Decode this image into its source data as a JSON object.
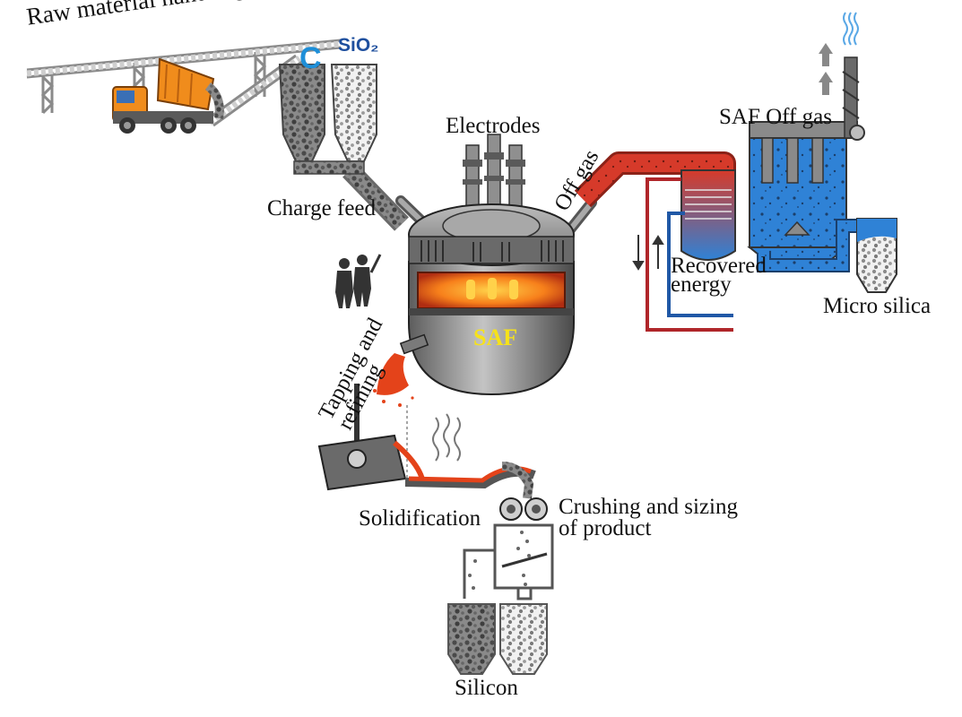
{
  "labels": {
    "raw_material": "Raw material handling and transport",
    "carbon": "C",
    "silica": "SiO₂",
    "electrodes": "Electrodes",
    "off_gas": "Off gas",
    "saf_off_gas": "SAF Off gas",
    "charge_feed": "Charge feed",
    "recovered_energy": "Recovered energy",
    "micro_silica": "Micro silica",
    "saf": "SAF",
    "tapping_refining": "Tapping and refining",
    "solidification": "Solidification",
    "crushing_sizing": "Crushing and sizing of product",
    "silicon": "Silicon"
  },
  "colors": {
    "furnace_gray": "#8d8d8d",
    "furnace_dark": "#3b3b3b",
    "molten": "#e4431a",
    "glow": "#f7a21b",
    "hot_gas": "#d63a2a",
    "cool_gas": "#2f82d6",
    "truck": "#f08c1c",
    "label_saf": "#f6e21a"
  }
}
